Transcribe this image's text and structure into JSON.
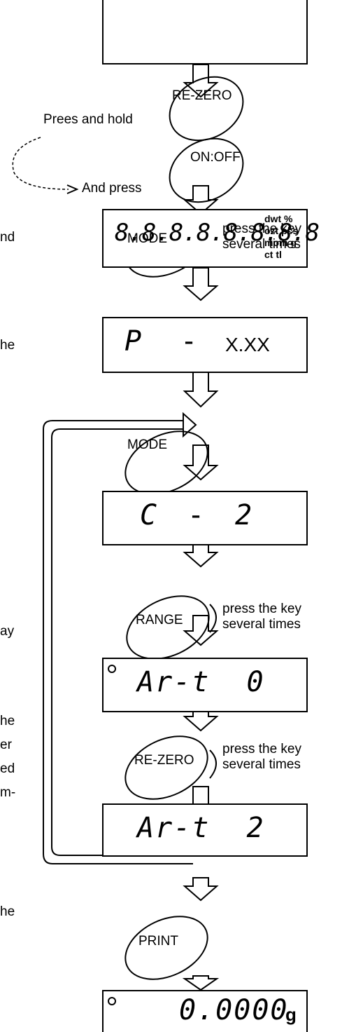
{
  "labels": {
    "rezero1": "RE-ZERO",
    "press_hold": "Prees and hold",
    "onoff": "ON:OFF",
    "and_press": "And press",
    "mode1": "MODE",
    "several1": "press the key\nseveral times",
    "mode2": "MODE",
    "range": "RANGE",
    "several2": "press the key\nseveral times",
    "rezero2": "RE-ZERO",
    "several3": "press the key\nseveral times",
    "print": "PRINT"
  },
  "displays": {
    "all_segments": "8.8.8.8.8.8.8.8",
    "all_units": [
      "dwt %",
      "ozt pcs",
      "mom g",
      "ct tl"
    ],
    "p_digit": "P",
    "p_dash": "-",
    "p_version": "X.XX",
    "c_digit": "C",
    "c_dash": "-",
    "c_value": "2",
    "arto0": "Ar-t  0",
    "arto2": "Ar-t  2",
    "final": "0.0000",
    "final_unit": "g"
  },
  "side_fragments": [
    "nd",
    "he",
    "ay",
    "he",
    "er",
    "ed",
    "m-",
    "he"
  ]
}
